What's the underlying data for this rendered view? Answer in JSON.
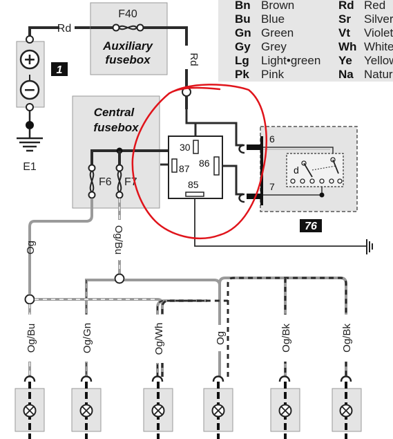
{
  "legend": [
    {
      "code": "Bn",
      "name": "Brown"
    },
    {
      "code": "Bu",
      "name": "Blue"
    },
    {
      "code": "Gn",
      "name": "Green"
    },
    {
      "code": "Gy",
      "name": "Grey"
    },
    {
      "code": "Lg",
      "name": "Light•green"
    },
    {
      "code": "Pk",
      "name": "Pink"
    },
    {
      "code": "Rd",
      "name": "Red"
    },
    {
      "code": "Sr",
      "name": "Silver"
    },
    {
      "code": "Vt",
      "name": "Violet"
    },
    {
      "code": "Wh",
      "name": "White"
    },
    {
      "code": "Ye",
      "name": "Yellow"
    },
    {
      "code": "Na",
      "name": "Natural"
    }
  ],
  "battery": {
    "badge": "1",
    "ground_label": "E1",
    "plus": "+",
    "minus": "−"
  },
  "aux_fusebox": {
    "fuse": "F40",
    "line1": "Auxiliary",
    "line2": "fusebox"
  },
  "central_fusebox": {
    "line1": "Central",
    "line2": "fusebox",
    "fuse_left": "F6",
    "fuse_right": "F7"
  },
  "relay": {
    "pins": [
      "30",
      "87",
      "86",
      "85"
    ]
  },
  "switch": {
    "badge": "76",
    "pin_top": "6",
    "pin_bottom": "7",
    "contact": "d"
  },
  "wires": {
    "rd_top": "Rd",
    "rd_vertical": "Rd",
    "og_left": "Og",
    "og_bu_center": "Og/Bu",
    "loads": [
      "Og/Bu",
      "Og/Gn",
      "Og/Wh",
      "Og",
      "Og/Bk",
      "Og/Bk"
    ]
  },
  "colors": {
    "annotation": "#e0141b",
    "box_fill": "#e4e4e4",
    "wire_dark": "#2b2b2b",
    "wire_grey": "#9a9a9a"
  }
}
